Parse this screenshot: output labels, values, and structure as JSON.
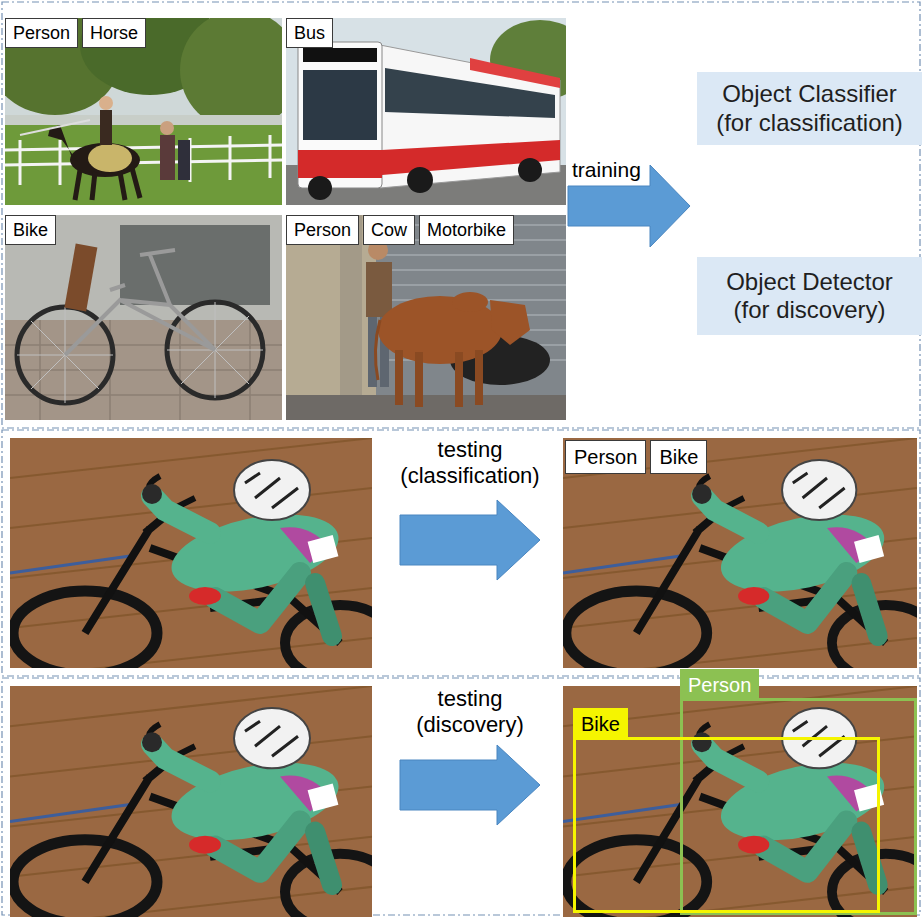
{
  "diagram": {
    "nodes": [
      {
        "text": [
          "Person"
        ]
      },
      {
        "text": [
          "Horse"
        ]
      },
      {
        "text": [
          "Bus"
        ]
      },
      {
        "text": [
          "Object Classifier (for classification)"
        ]
      },
      {
        "text": [
          "Bike"
        ]
      },
      {
        "text": [
          "Person"
        ]
      },
      {
        "text": [
          "Cow"
        ]
      },
      {
        "text": [
          "Motorbike"
        ]
      },
      {
        "text": [
          "Object Detector (for discovery)"
        ]
      },
      {
        "text": [
          "Person"
        ]
      },
      {
        "text": [
          "Bike"
        ]
      },
      {
        "text": [
          "Person"
        ]
      },
      {
        "text": [
          "Bike"
        ]
      }
    ],
    "labels": [
      "training",
      "testing (classification)",
      "testing (discovery)"
    ]
  }
}
